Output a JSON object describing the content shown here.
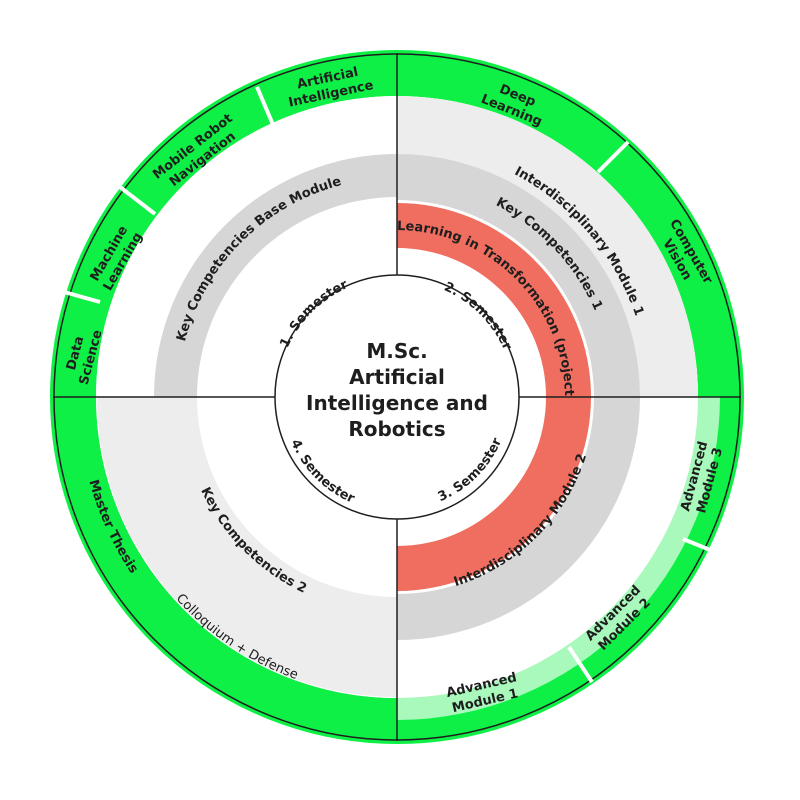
{
  "center": {
    "lines": [
      "M.Sc.",
      "Artificial",
      "Intelligence and",
      "Robotics"
    ]
  },
  "semesters": {
    "s1": "1. Semester",
    "s2": "2. Semester",
    "s3": "3. Semester",
    "s4": "4. Semester"
  },
  "modules": {
    "key_competencies_base": "Key Competencies Base Module",
    "key_competencies_1": "Key Competencies 1",
    "key_competencies_2": "Key Competencies 2",
    "interdisciplinary_1": "Interdisciplinary Module 1",
    "interdisciplinary_2": "Interdisciplinary Module 2",
    "learning_in_transformation": "Learning in Transformation (project)"
  },
  "outer": {
    "data_science": [
      "Data",
      "Science"
    ],
    "machine_learning": [
      "Machine",
      "Learning"
    ],
    "mobile_robot": [
      "Mobile Robot",
      "Navigation"
    ],
    "artificial_intelligence": [
      "Artificial",
      "Intelligence"
    ],
    "deep_learning": [
      "Deep",
      "Learning"
    ],
    "computer_vision": [
      "Computer",
      "Vision"
    ],
    "advanced_3": [
      "Advanced",
      "Module 3"
    ],
    "advanced_2": [
      "Advanced",
      "Module 2"
    ],
    "advanced_1": [
      "Advanced",
      "Module 1"
    ],
    "master_thesis": "Master Thesis",
    "colloquium": "Colloquium + Defense"
  },
  "colors": {
    "green": "#0ff046",
    "light_green": "#a9f8bc",
    "light_gray": "#ededed",
    "mid_gray": "#d6d6d6",
    "coral": "#f06e5f",
    "line": "#1e1e1e"
  }
}
